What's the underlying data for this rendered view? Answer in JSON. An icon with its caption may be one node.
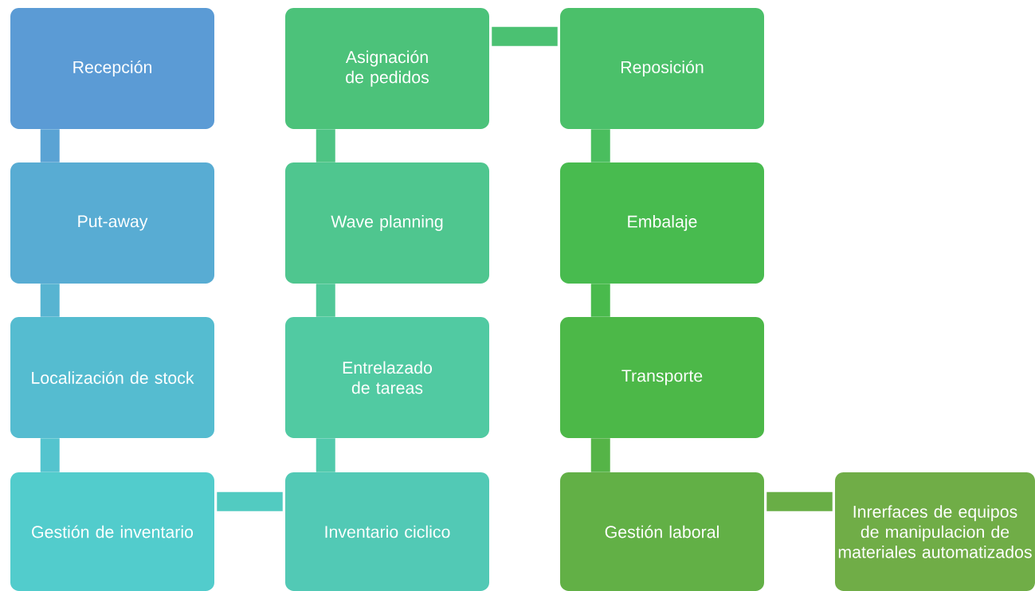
{
  "diagram": {
    "nodes": [
      {
        "text": [
          "Recepción"
        ]
      },
      {
        "text": [
          "Put-away"
        ]
      },
      {
        "text": [
          "Localización de stock"
        ]
      },
      {
        "text": [
          "Gestión de inventario"
        ]
      },
      {
        "text": [
          "Asignación de pedidos"
        ]
      },
      {
        "text": [
          "Wave planning"
        ]
      },
      {
        "text": [
          "Entrelazado de tareas"
        ]
      },
      {
        "text": [
          "Inventario ciclico"
        ]
      },
      {
        "text": [
          "Reposición"
        ]
      },
      {
        "text": [
          "Embalaje"
        ]
      },
      {
        "text": [
          "Transporte"
        ]
      },
      {
        "text": [
          "Gestión laboral"
        ]
      },
      {
        "text": [
          "Inrerfaces de equipos de manipulacion de materiales automatizados"
        ]
      }
    ],
    "edges": [
      {
        "from": 0,
        "to": 1,
        "arrow": "none",
        "color": "#5aa3d4"
      },
      {
        "from": 1,
        "to": 2,
        "arrow": "none",
        "color": "#57b4d1"
      },
      {
        "from": 2,
        "to": 3,
        "arrow": "none",
        "color": "#54c4ce"
      },
      {
        "from": 3,
        "to": 7,
        "arrow": "none",
        "color": "#52cbc1"
      },
      {
        "from": 7,
        "to": 6,
        "arrow": "none",
        "color": "#51caac"
      },
      {
        "from": 6,
        "to": 5,
        "arrow": "none",
        "color": "#50c898"
      },
      {
        "from": 5,
        "to": 4,
        "arrow": "none",
        "color": "#4ec484"
      },
      {
        "from": 4,
        "to": 8,
        "arrow": "none",
        "color": "#4bc172"
      },
      {
        "from": 8,
        "to": 9,
        "arrow": "none",
        "color": "#4abe5e"
      },
      {
        "from": 9,
        "to": 10,
        "arrow": "none",
        "color": "#49ba4c"
      },
      {
        "from": 10,
        "to": 11,
        "arrow": "none",
        "color": "#55b447"
      },
      {
        "from": 11,
        "to": 12,
        "arrow": "none",
        "color": "#69ae46"
      }
    ]
  }
}
